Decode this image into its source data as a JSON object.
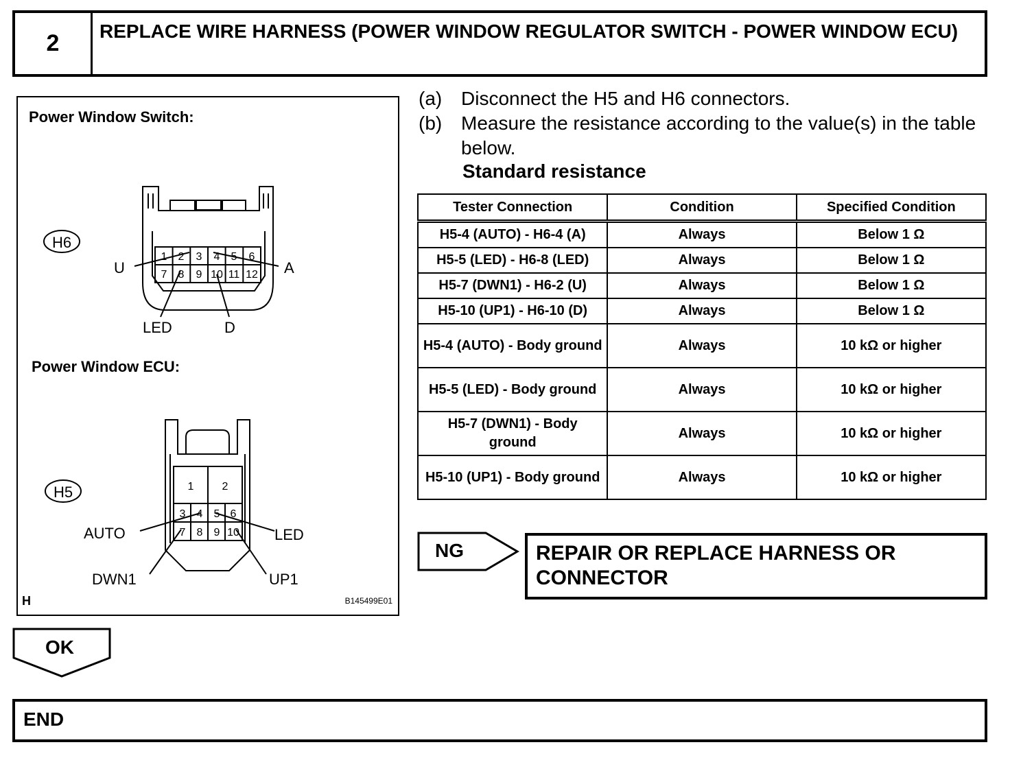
{
  "step": {
    "number": "2",
    "title": "REPLACE WIRE HARNESS (POWER WINDOW REGULATOR SWITCH - POWER WINDOW ECU)"
  },
  "diagram": {
    "switch_title": "Power Window Switch:",
    "switch_connector_id": "H6",
    "switch_pins_top": [
      "1",
      "2",
      "3",
      "4",
      "5",
      "6"
    ],
    "switch_pins_bottom": [
      "7",
      "8",
      "9",
      "10",
      "11",
      "12"
    ],
    "switch_labels": {
      "u": "U",
      "a": "A",
      "led": "LED",
      "d": "D"
    },
    "ecu_title": "Power Window ECU:",
    "ecu_connector_id": "H5",
    "ecu_pins_large": [
      "1",
      "2"
    ],
    "ecu_pins_mid": [
      "3",
      "4",
      "5",
      "6"
    ],
    "ecu_pins_low": [
      "7",
      "8",
      "9",
      "10"
    ],
    "ecu_labels": {
      "auto": "AUTO",
      "led": "LED",
      "dwn1": "DWN1",
      "up1": "UP1"
    },
    "corner_mark": "H",
    "figure_code": "B145499E01"
  },
  "instructions": [
    {
      "label": "(a)",
      "text": "Disconnect the H5 and H6 connectors."
    },
    {
      "label": "(b)",
      "text": "Measure the resistance according to the value(s) in the table below."
    }
  ],
  "standard_heading": "Standard resistance",
  "table": {
    "headers": [
      "Tester Connection",
      "Condition",
      "Specified Condition"
    ],
    "rows": [
      [
        "H5-4 (AUTO) - H6-4 (A)",
        "Always",
        "Below 1 Ω"
      ],
      [
        "H5-5 (LED) - H6-8 (LED)",
        "Always",
        "Below 1 Ω"
      ],
      [
        "H5-7 (DWN1) - H6-2 (U)",
        "Always",
        "Below 1 Ω"
      ],
      [
        "H5-10 (UP1) - H6-10 (D)",
        "Always",
        "Below 1 Ω"
      ],
      [
        "H5-4 (AUTO) - Body ground",
        "Always",
        "10 kΩ or higher"
      ],
      [
        "H5-5 (LED) - Body ground",
        "Always",
        "10 kΩ or higher"
      ],
      [
        "H5-7 (DWN1) - Body ground",
        "Always",
        "10 kΩ or higher"
      ],
      [
        "H5-10 (UP1) - Body ground",
        "Always",
        "10 kΩ or higher"
      ]
    ]
  },
  "ng": {
    "label": "NG",
    "action": "REPAIR OR REPLACE HARNESS OR CONNECTOR"
  },
  "ok": {
    "label": "OK"
  },
  "end": {
    "label": "END"
  }
}
